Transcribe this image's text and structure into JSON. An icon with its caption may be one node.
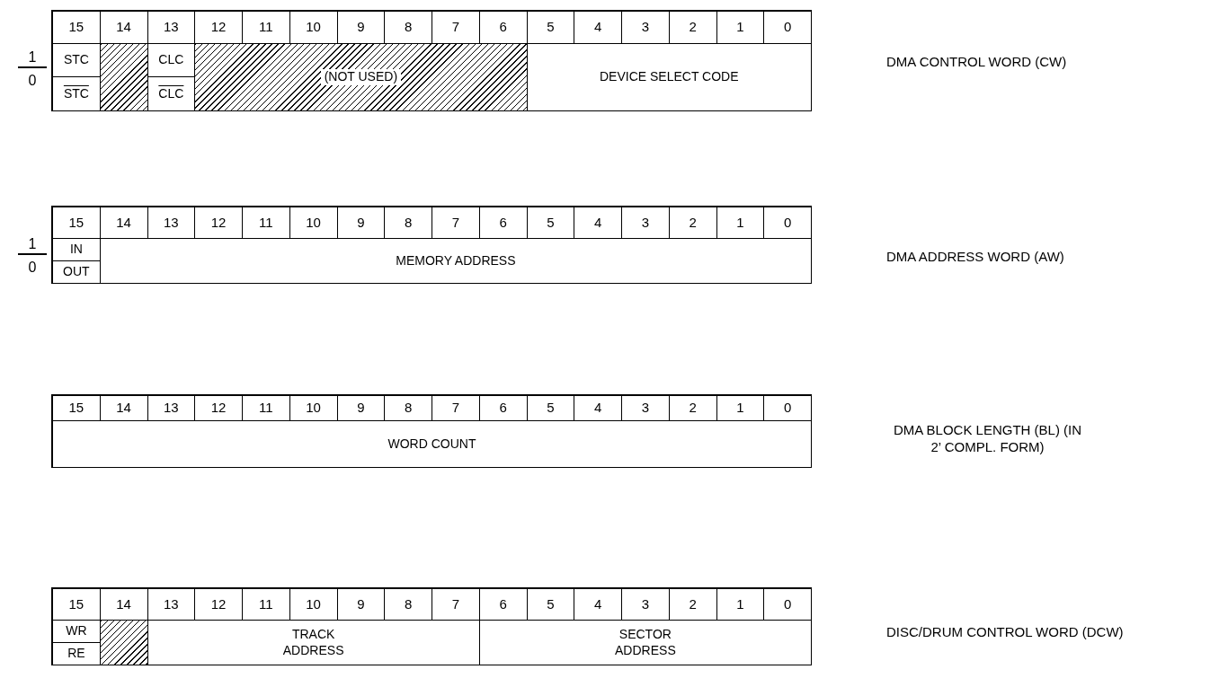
{
  "diagram": {
    "nodes": [
      {
        "text": [
          "15"
        ]
      },
      {
        "text": [
          "14"
        ]
      },
      {
        "text": [
          "13"
        ]
      },
      {
        "text": [
          "12"
        ]
      },
      {
        "text": [
          "11"
        ]
      },
      {
        "text": [
          "10"
        ]
      },
      {
        "text": [
          "9"
        ]
      },
      {
        "text": [
          "8"
        ]
      },
      {
        "text": [
          "7"
        ]
      },
      {
        "text": [
          "6"
        ]
      },
      {
        "text": [
          "5"
        ]
      },
      {
        "text": [
          "4"
        ]
      },
      {
        "text": [
          "3"
        ]
      },
      {
        "text": [
          "2"
        ]
      },
      {
        "text": [
          "1"
        ]
      },
      {
        "text": [
          "0"
        ]
      },
      {
        "text": [
          "STC"
        ]
      },
      {
        "text": [],
        "shape": "box"
      },
      {
        "text": [
          "CLC"
        ]
      },
      {
        "text": [
          "(NOT USED)"
        ]
      },
      {
        "text": [
          "DEVICE SELECT CODE"
        ]
      },
      {
        "text": [
          "STC"
        ]
      },
      {
        "text": [
          "CLC"
        ]
      },
      {
        "text": [
          "15"
        ]
      },
      {
        "text": [
          "14"
        ]
      },
      {
        "text": [
          "13"
        ]
      },
      {
        "text": [
          "12"
        ]
      },
      {
        "text": [
          "11"
        ]
      },
      {
        "text": [
          "10"
        ]
      },
      {
        "text": [
          "9"
        ]
      },
      {
        "text": [
          "8"
        ]
      },
      {
        "text": [
          "7"
        ]
      },
      {
        "text": [
          "6"
        ]
      },
      {
        "text": [
          "5"
        ]
      },
      {
        "text": [
          "4"
        ]
      },
      {
        "text": [
          "3"
        ]
      },
      {
        "text": [
          "2"
        ]
      },
      {
        "text": [
          "1"
        ]
      },
      {
        "text": [
          "0"
        ]
      },
      {
        "text": [
          "IN"
        ]
      },
      {
        "text": [
          "MEMORY ADDRESS"
        ]
      },
      {
        "text": [
          "OUT"
        ]
      },
      {
        "text": [
          "15"
        ]
      },
      {
        "text": [
          "14"
        ]
      },
      {
        "text": [
          "13"
        ]
      },
      {
        "text": [
          "12"
        ]
      },
      {
        "text": [
          "11"
        ]
      },
      {
        "text": [
          "10"
        ]
      },
      {
        "text": [
          "9"
        ]
      },
      {
        "text": [
          "8"
        ]
      },
      {
        "text": [
          "7"
        ]
      },
      {
        "text": [
          "6"
        ]
      },
      {
        "text": [
          "5"
        ]
      },
      {
        "text": [
          "4"
        ]
      },
      {
        "text": [
          "3"
        ]
      },
      {
        "text": [
          "2"
        ]
      },
      {
        "text": [
          "1"
        ]
      },
      {
        "text": [
          "0"
        ]
      },
      {
        "text": [
          "WORD COUNT"
        ]
      },
      {
        "text": [
          "15"
        ]
      },
      {
        "text": [
          "14"
        ]
      },
      {
        "text": [
          "13"
        ]
      },
      {
        "text": [
          "12"
        ]
      },
      {
        "text": [
          "11"
        ]
      },
      {
        "text": [
          "10"
        ]
      },
      {
        "text": [
          "9"
        ]
      },
      {
        "text": [
          "8"
        ]
      },
      {
        "text": [
          "7"
        ]
      },
      {
        "text": [
          "6"
        ]
      },
      {
        "text": [
          "5"
        ]
      },
      {
        "text": [
          "4"
        ]
      },
      {
        "text": [
          "3"
        ]
      },
      {
        "text": [
          "2"
        ]
      },
      {
        "text": [
          "1"
        ]
      },
      {
        "text": [
          "0"
        ]
      },
      {
        "text": [
          "WR"
        ]
      },
      {
        "text": [],
        "shape": "box"
      },
      {
        "text": [
          "TRACK ADDRESS"
        ]
      },
      {
        "text": [
          "SECTOR ADDRESS"
        ]
      },
      {
        "text": [
          "RE"
        ]
      }
    ],
    "labels": [
      "1",
      "0",
      "DMA CONTROL WORD (CW)",
      "1",
      "0",
      "DMA ADDRESS WORD (AW)",
      "DMA BLOCK LENGTH (BL) (IN 2’ COMPL. FORM)",
      "DISC/DRUM CONTROL WORD (DCW)"
    ]
  }
}
